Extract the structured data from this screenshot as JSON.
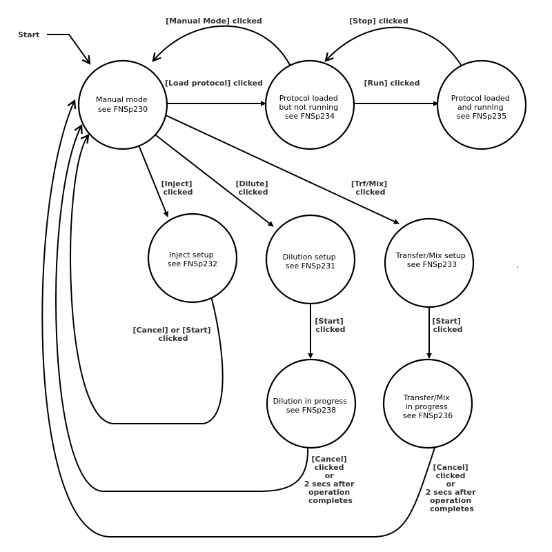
{
  "start_label": "Start",
  "states": {
    "manual": [
      "Manual mode",
      "see FNSp230"
    ],
    "loaded": [
      "Protocol loaded",
      "but not running",
      "see FNSp234"
    ],
    "running": [
      "Protocol loaded",
      "and running",
      "see FNSp235"
    ],
    "inject": [
      "Inject setup",
      "see FNSp232"
    ],
    "dilution_setup": [
      "Dilution setup",
      "see FNSp231"
    ],
    "transfer_setup": [
      "Transfer/Mix setup",
      "see FNSp233"
    ],
    "dilution_progress": [
      "Dilution in progress",
      "see FNSp238"
    ],
    "transfer_progress": [
      "Transfer/Mix",
      "in progress",
      "see FNSp236"
    ]
  },
  "edges": {
    "manual_mode": [
      "[Manual Mode] clicked"
    ],
    "stop": [
      "[Stop] clicked"
    ],
    "load_protocol": [
      "[Load protocol] clicked"
    ],
    "run": [
      "[Run] clicked"
    ],
    "inject": [
      "[Inject]",
      "clicked"
    ],
    "dilute": [
      "[Dilute]",
      "clicked"
    ],
    "trf_mix": [
      "[Trf/Mix]",
      "clicked"
    ],
    "cancel_start": [
      "[Cancel] or [Start]",
      "clicked"
    ],
    "start_dilution": [
      "[Start]",
      "clicked"
    ],
    "start_transfer": [
      "[Start]",
      "clicked"
    ],
    "cancel_dilution": [
      "[Cancel]",
      "clicked",
      "or",
      "2 secs after",
      "operation",
      "completes"
    ],
    "cancel_transfer": [
      "[Cancel]",
      "clicked",
      "or",
      "2 secs after",
      "operation",
      "completes"
    ]
  },
  "stray_mark": "."
}
